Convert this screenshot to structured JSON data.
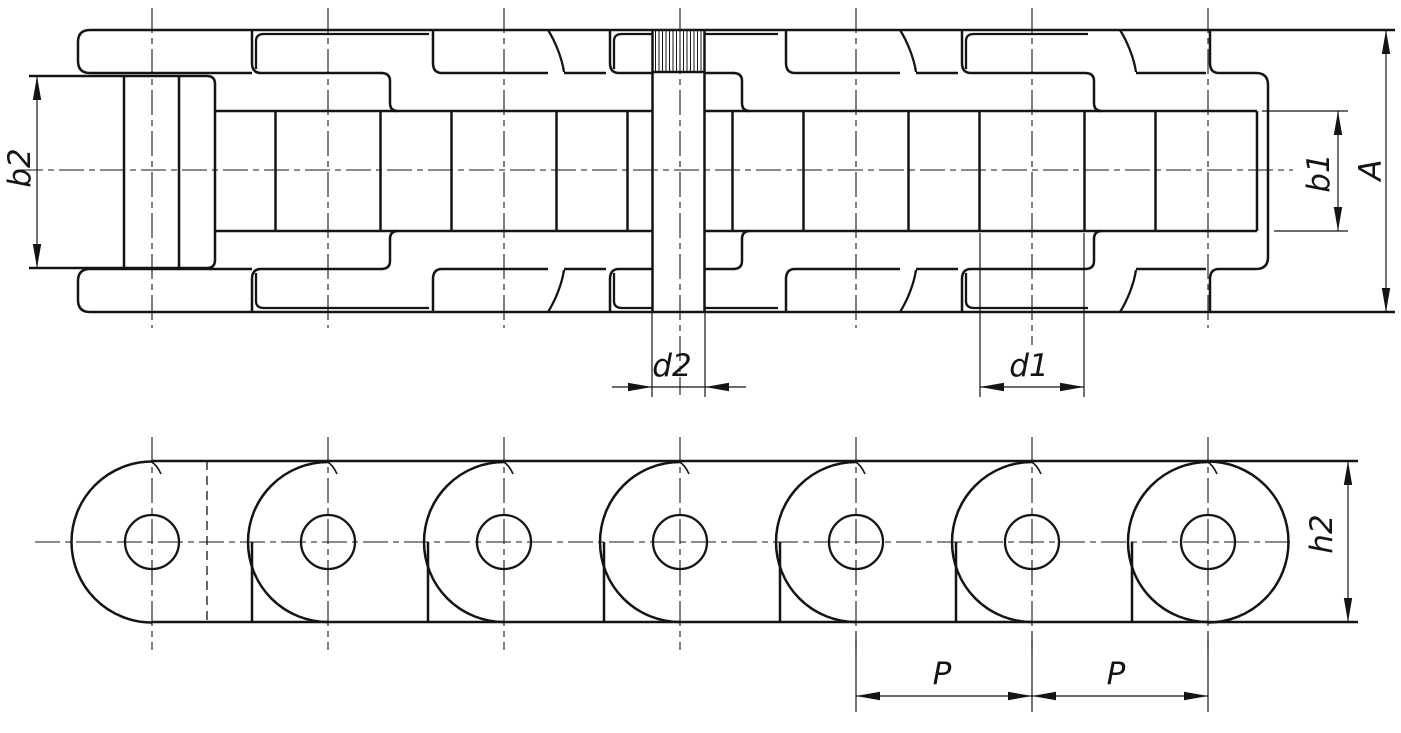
{
  "drawing": {
    "background_color": "#ffffff",
    "line_color": "#141414",
    "dimension_labels": {
      "b2": "b2",
      "b1": "b1",
      "A": "A",
      "d2": "d2",
      "d1": "d1",
      "h2": "h2",
      "P": "P"
    }
  }
}
